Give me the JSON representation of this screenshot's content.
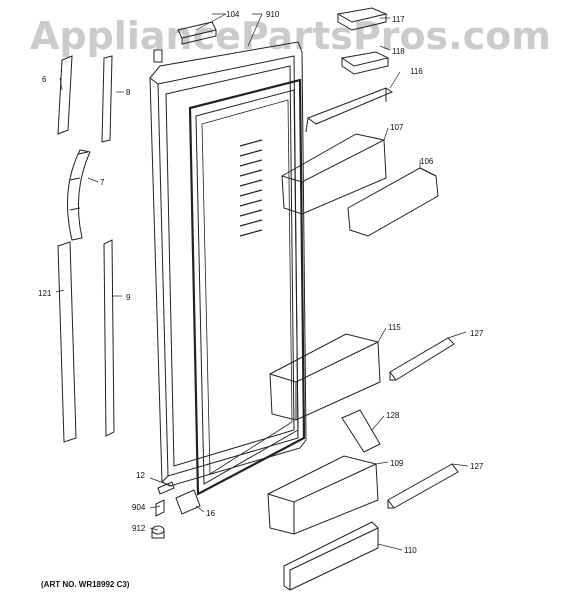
{
  "watermark": "AppliancePartsPros.com",
  "art_number": "(ART NO. WR18992 C3)",
  "callouts": [
    "104",
    "910",
    "117",
    "118",
    "116",
    "6",
    "8",
    "7",
    "107",
    "106",
    "121",
    "9",
    "115",
    "127",
    "128",
    "12",
    "904",
    "16",
    "109",
    "127",
    "912",
    "110"
  ],
  "colors": {
    "line": "#222222",
    "watermark": "#bfbfbf",
    "background": "#ffffff"
  }
}
